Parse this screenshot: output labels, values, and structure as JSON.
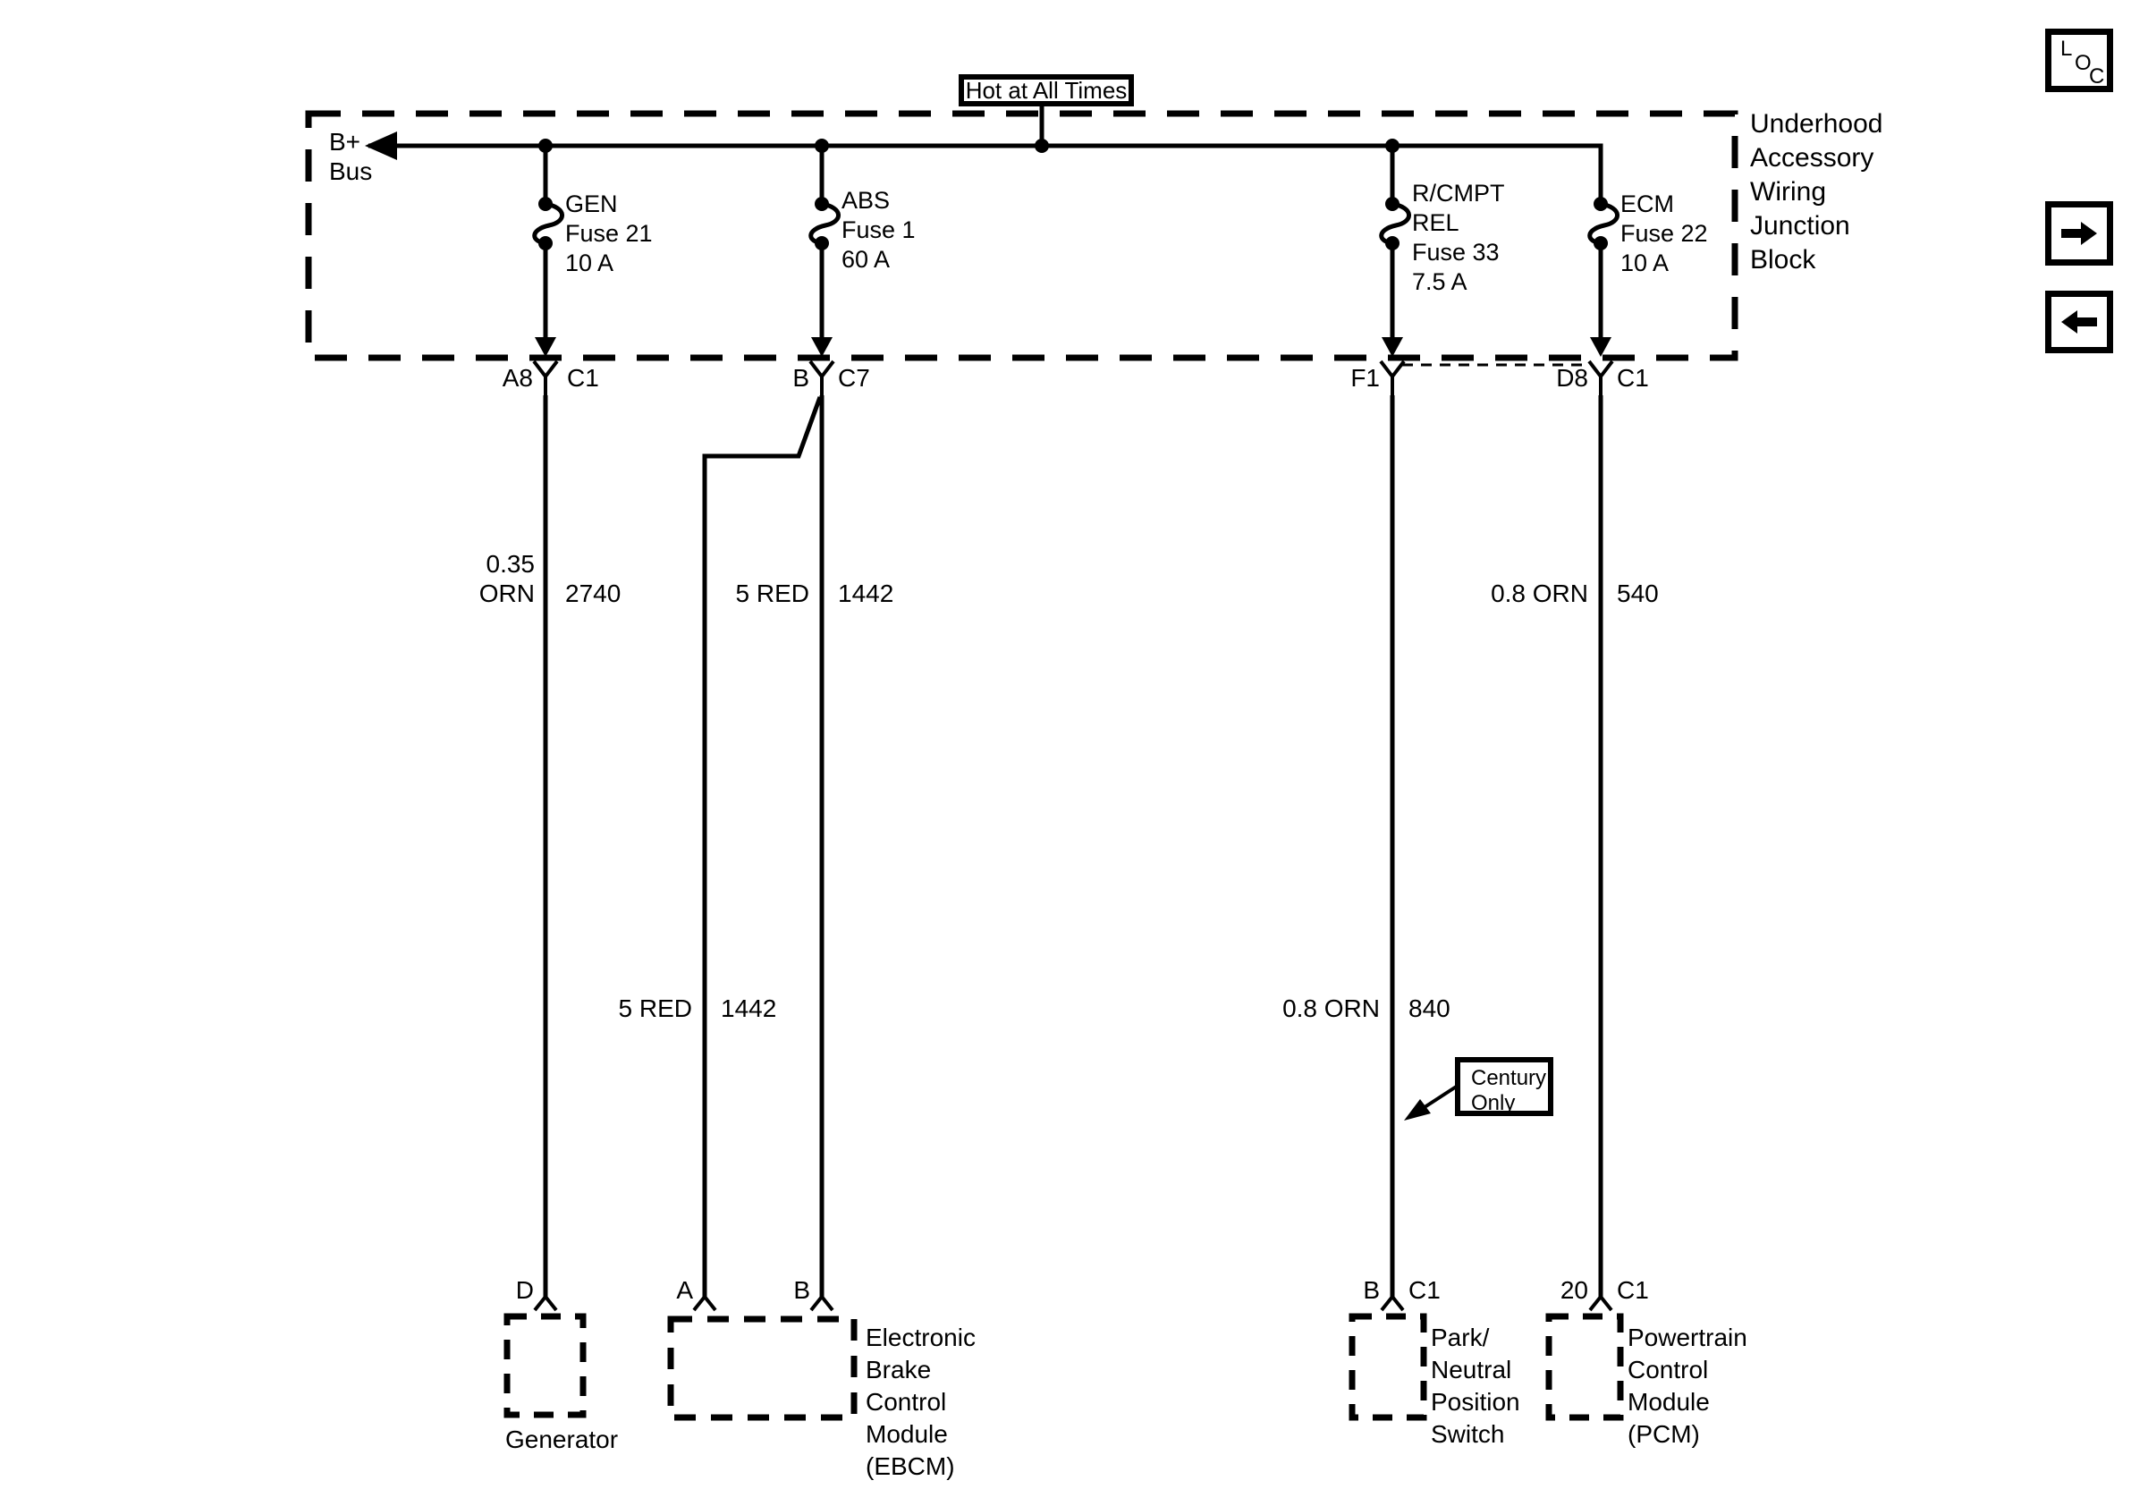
{
  "junction_block": {
    "power_label": "Hot at All Times",
    "bus_label_lines": [
      "B+",
      "Bus"
    ],
    "title_lines": [
      "Underhood",
      "Accessory",
      "Wiring",
      "Junction",
      "Block"
    ],
    "fuses": {
      "gen": {
        "lines": [
          "GEN",
          "Fuse 21",
          "10 A"
        ]
      },
      "abs": {
        "lines": [
          "ABS",
          "Fuse 1",
          "60 A"
        ]
      },
      "rcmpt": {
        "lines": [
          "R/CMPT",
          "REL",
          "Fuse 33",
          "7.5 A"
        ]
      },
      "ecm": {
        "lines": [
          "ECM",
          "Fuse 22",
          "10 A"
        ]
      }
    },
    "connectors": {
      "gen_pin": "A8",
      "gen_conn": "C1",
      "abs_pin": "B",
      "abs_conn": "C7",
      "rcmpt_pin": "F1",
      "ecm_pin": "D8",
      "ecm_conn": "C1"
    }
  },
  "wires": {
    "gen_to_generator": {
      "gauge_color_lines": [
        "0.35",
        "ORN"
      ],
      "circuit": "2740"
    },
    "abs_to_ebcm_b": {
      "gauge_color": "5 RED",
      "circuit": "1442"
    },
    "abs_to_ebcm_a": {
      "gauge_color": "5 RED",
      "circuit": "1442"
    },
    "rcmpt_to_pns": {
      "gauge_color": "0.8 ORN",
      "circuit": "840"
    },
    "ecm_to_pcm": {
      "gauge_color": "0.8 ORN",
      "circuit": "540"
    }
  },
  "callout": {
    "lines": [
      "Century",
      "Only"
    ]
  },
  "modules": {
    "generator": {
      "pin": "D",
      "name": "Generator"
    },
    "ebcm": {
      "pin_a": "A",
      "pin_b": "B",
      "name_lines": [
        "Electronic",
        "Brake",
        "Control",
        "Module",
        "(EBCM)"
      ]
    },
    "pns": {
      "pin": "B",
      "conn": "C1",
      "name_lines": [
        "Park/",
        "Neutral",
        "Position",
        "Switch"
      ]
    },
    "pcm": {
      "pin": "20",
      "conn": "C1",
      "name_lines": [
        "Powertrain",
        "Control",
        "Module",
        "(PCM)"
      ]
    }
  },
  "nav": {
    "loc_letters": [
      "L",
      "O",
      "C"
    ]
  },
  "colors": {
    "line": "#000000",
    "background": "#ffffff"
  }
}
